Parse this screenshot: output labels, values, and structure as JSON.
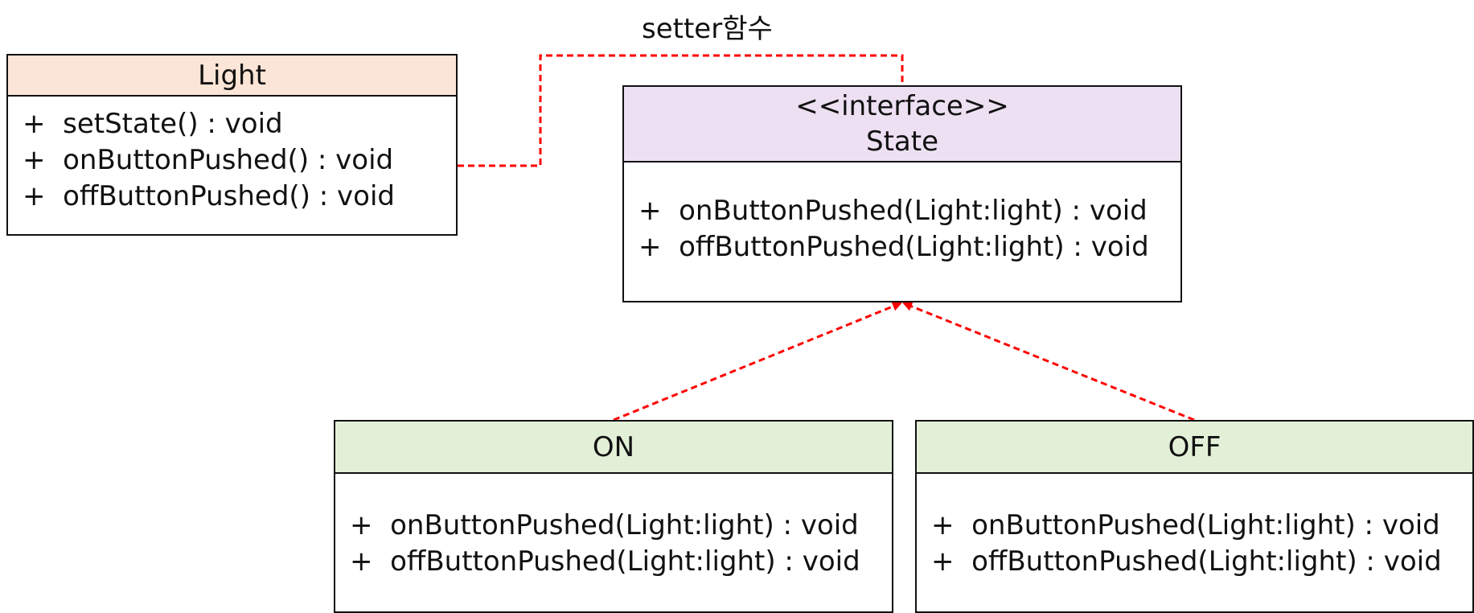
{
  "diagram": {
    "setter_label": "setter함수",
    "colors": {
      "connector": "#ff0000",
      "light_header": "#fbe5d6",
      "interface_header": "#ede0f2",
      "state_class_header": "#e3f0d8",
      "border": "#111111"
    },
    "light": {
      "title": "Light",
      "members": [
        "+  setState() : void",
        "+  onButtonPushed() : void",
        "+  offButtonPushed() : void"
      ]
    },
    "state": {
      "stereotype": "<<interface>>",
      "title": "State",
      "members": [
        "+  onButtonPushed(Light:light) : void",
        "+  offButtonPushed(Light:light) : void"
      ]
    },
    "on": {
      "title": "ON",
      "members": [
        "+  onButtonPushed(Light:light) : void",
        "+  offButtonPushed(Light:light) : void"
      ]
    },
    "off": {
      "title": "OFF",
      "members": [
        "+  onButtonPushed(Light:light) : void",
        "+  offButtonPushed(Light:light) : void"
      ]
    }
  }
}
